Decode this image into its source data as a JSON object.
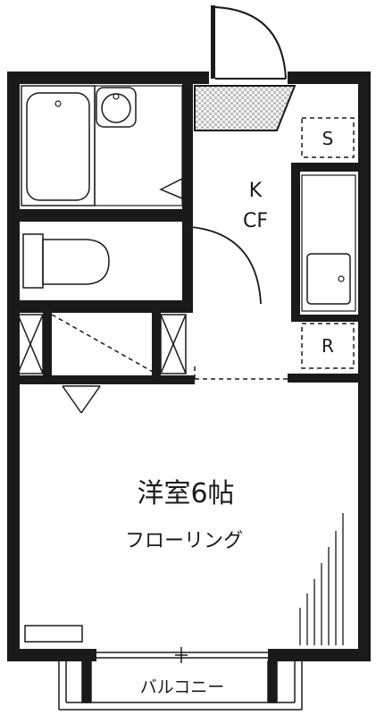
{
  "rooms": {
    "kitchen_line1": "K",
    "kitchen_line2": "CF",
    "storage_s": "S",
    "storage_r": "R",
    "western_room": "洋室6帖",
    "flooring": "フローリング",
    "balcony": "バルコニー"
  },
  "colors": {
    "wall": "#1a1a1a",
    "line": "#1a1a1a",
    "background": "#ffffff",
    "tile": "#c8c8c8"
  },
  "icons": [
    "bathtub-icon",
    "washbasin-icon",
    "toilet-icon",
    "sink-icon",
    "door-swing-icon",
    "closet-icon",
    "air-conditioner-icon"
  ]
}
